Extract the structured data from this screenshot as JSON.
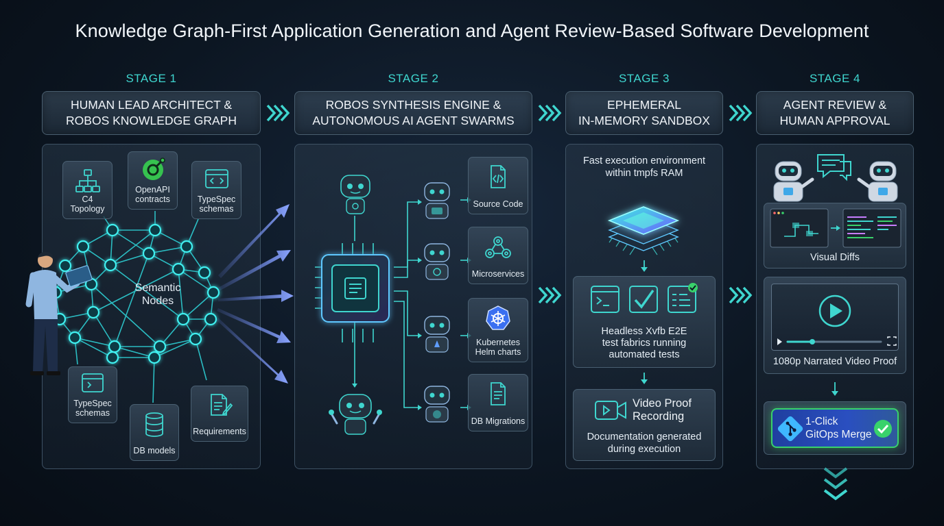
{
  "title": "Knowledge Graph-First Application Generation and Agent Review-Based Software Development",
  "stages": [
    {
      "label": "STAGE 1",
      "header": [
        "HUMAN LEAD ARCHITECT &",
        "ROBOS KNOWLEDGE GRAPH"
      ]
    },
    {
      "label": "STAGE 2",
      "header": [
        "ROBOS SYNTHESIS ENGINE &",
        "AUTONOMOUS AI AGENT SWARMS"
      ]
    },
    {
      "label": "STAGE 3",
      "header": [
        "EPHEMERAL",
        "IN-MEMORY SANDBOX"
      ]
    },
    {
      "label": "STAGE 4",
      "header": [
        "AGENT REVIEW &",
        "HUMAN APPROVAL"
      ]
    }
  ],
  "stage1": {
    "center": [
      "Semantic",
      "Nodes"
    ],
    "cards": {
      "c4": [
        "C4",
        "Topology"
      ],
      "openapi": [
        "OpenAPI",
        "contracts"
      ],
      "typespec_top": [
        "TypeSpec",
        "schemas"
      ],
      "typespec_bottom": [
        "TypeSpec",
        "schemas"
      ],
      "db": "DB models",
      "requirements": "Requirements"
    }
  },
  "stage2": {
    "outputs": [
      "Source Code",
      "Microservices",
      [
        "Kubernetes",
        "Helm charts"
      ],
      "DB Migrations"
    ]
  },
  "stage3": {
    "intro": [
      "Fast execution environment",
      "within tmpfs RAM"
    ],
    "tests": [
      "Headless Xvfb E2E",
      "test fabrics running",
      "automated tests"
    ],
    "video_title": [
      "Video Proof",
      "Recording"
    ],
    "video_desc": [
      "Documentation generated",
      "during execution"
    ]
  },
  "stage4": {
    "visual_diffs": "Visual Diffs",
    "video_proof": "1080p Narrated Video Proof",
    "merge": [
      "1-Click",
      "GitOps Merge"
    ]
  },
  "colors": {
    "accent_cyan": "#3fd6cf",
    "node_glow": "#2fe0e0",
    "arrow_blue": "#6f8dff",
    "check_green": "#39d26b"
  }
}
